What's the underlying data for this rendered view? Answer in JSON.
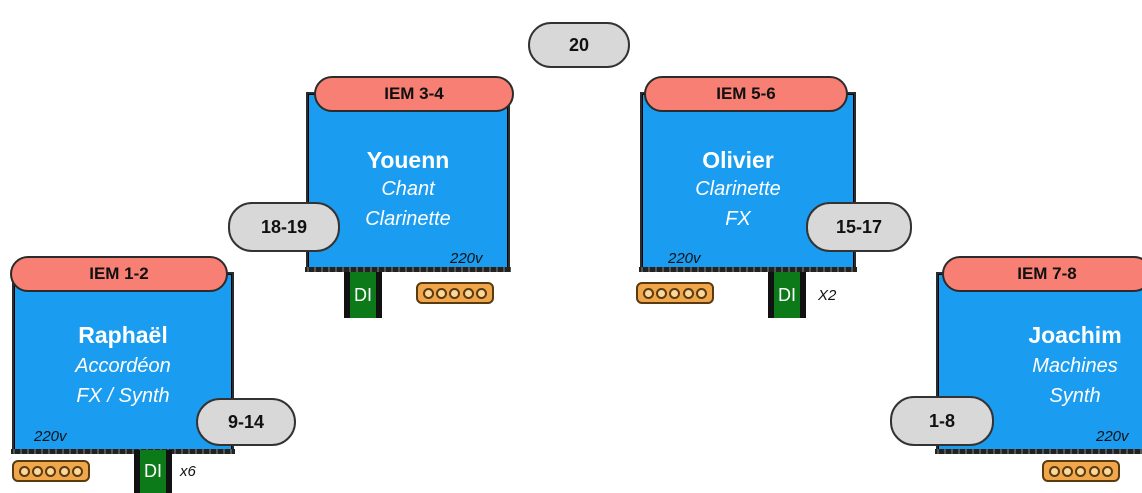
{
  "top_channel": "20",
  "stations": [
    {
      "iem": "IEM 1-2",
      "name": "Raphaël",
      "roles": [
        "Accordéon",
        "FX / Synth"
      ],
      "channels": "9-14",
      "voltage": "220v",
      "di": "DI",
      "di_count": "x6"
    },
    {
      "iem": "IEM 3-4",
      "name": "Youenn",
      "roles": [
        "Chant",
        "Clarinette"
      ],
      "channels": "18-19",
      "voltage": "220v",
      "di": "DI",
      "di_count": ""
    },
    {
      "iem": "IEM 5-6",
      "name": "Olivier",
      "roles": [
        "Clarinette",
        "FX"
      ],
      "channels": "15-17",
      "voltage": "220v",
      "di": "DI",
      "di_count": "X2"
    },
    {
      "iem": "IEM 7-8",
      "name": "Joachim",
      "roles": [
        "Machines",
        "Synth"
      ],
      "channels": "1-8",
      "voltage": "220v",
      "di": "",
      "di_count": ""
    }
  ],
  "colors": {
    "box": "#1a9cf0",
    "iem": "#f77f73",
    "pill": "#d8d8d8",
    "di": "#0d7a1a",
    "power_strip": "#f0a64a"
  }
}
